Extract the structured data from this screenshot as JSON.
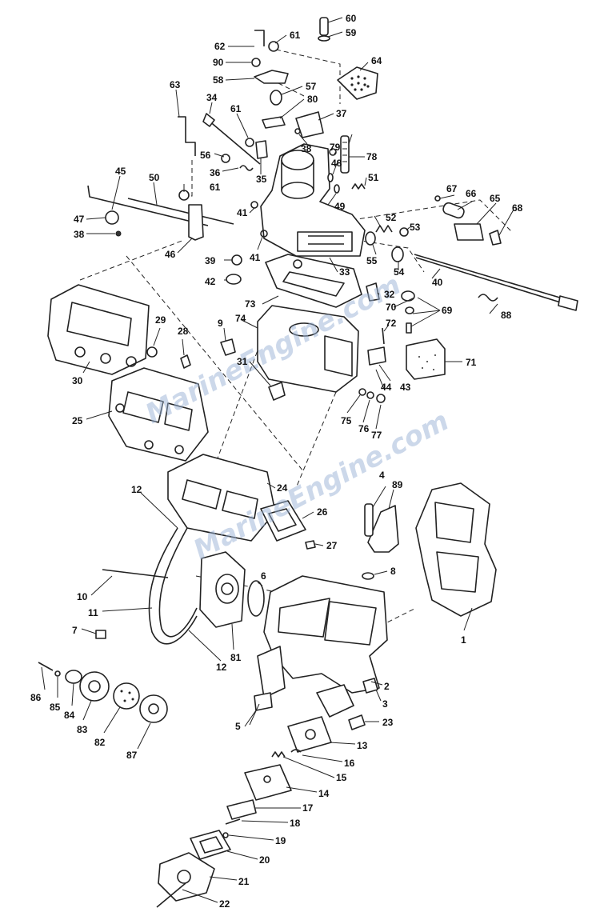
{
  "watermark": "MarineEngine.com",
  "labels": {
    "l1": "1",
    "l2": "2",
    "l3": "3",
    "l4": "4",
    "l5": "5",
    "l6": "6",
    "l7": "7",
    "l8": "8",
    "l9": "9",
    "l10": "10",
    "l11": "11",
    "l12a": "12",
    "l12b": "12",
    "l13": "13",
    "l14": "14",
    "l15": "15",
    "l16": "16",
    "l17": "17",
    "l18": "18",
    "l19": "19",
    "l20": "20",
    "l21": "21",
    "l22": "22",
    "l23": "23",
    "l24": "24",
    "l25": "25",
    "l26": "26",
    "l27": "27",
    "l28": "28",
    "l29": "29",
    "l30": "30",
    "l31": "31",
    "l32": "32",
    "l33": "33",
    "l34": "34",
    "l35": "35",
    "l36": "36",
    "l37": "37",
    "l38a": "38",
    "l38b": "38",
    "l39": "39",
    "l40": "40",
    "l41a": "41",
    "l41b": "41",
    "l42": "42",
    "l43": "43",
    "l44": "44",
    "l45": "45",
    "l46": "46",
    "l47": "47",
    "l48": "48",
    "l49": "49",
    "l50": "50",
    "l51": "51",
    "l52": "52",
    "l53": "53",
    "l54": "54",
    "l55": "55",
    "l56": "56",
    "l57": "57",
    "l58": "58",
    "l59": "59",
    "l60": "60",
    "l61a": "61",
    "l61b": "61",
    "l61c": "61",
    "l62": "62",
    "l63": "63",
    "l64": "64",
    "l65": "65",
    "l66": "66",
    "l67": "67",
    "l68": "68",
    "l69": "69",
    "l70": "70",
    "l71": "71",
    "l72": "72",
    "l73": "73",
    "l74": "74",
    "l75": "75",
    "l76": "76",
    "l77": "77",
    "l78": "78",
    "l79": "79",
    "l80": "80",
    "l81": "81",
    "l82": "82",
    "l83": "83",
    "l84": "84",
    "l85": "85",
    "l86": "86",
    "l87": "87",
    "l88": "88",
    "l89": "89",
    "l90": "90"
  }
}
